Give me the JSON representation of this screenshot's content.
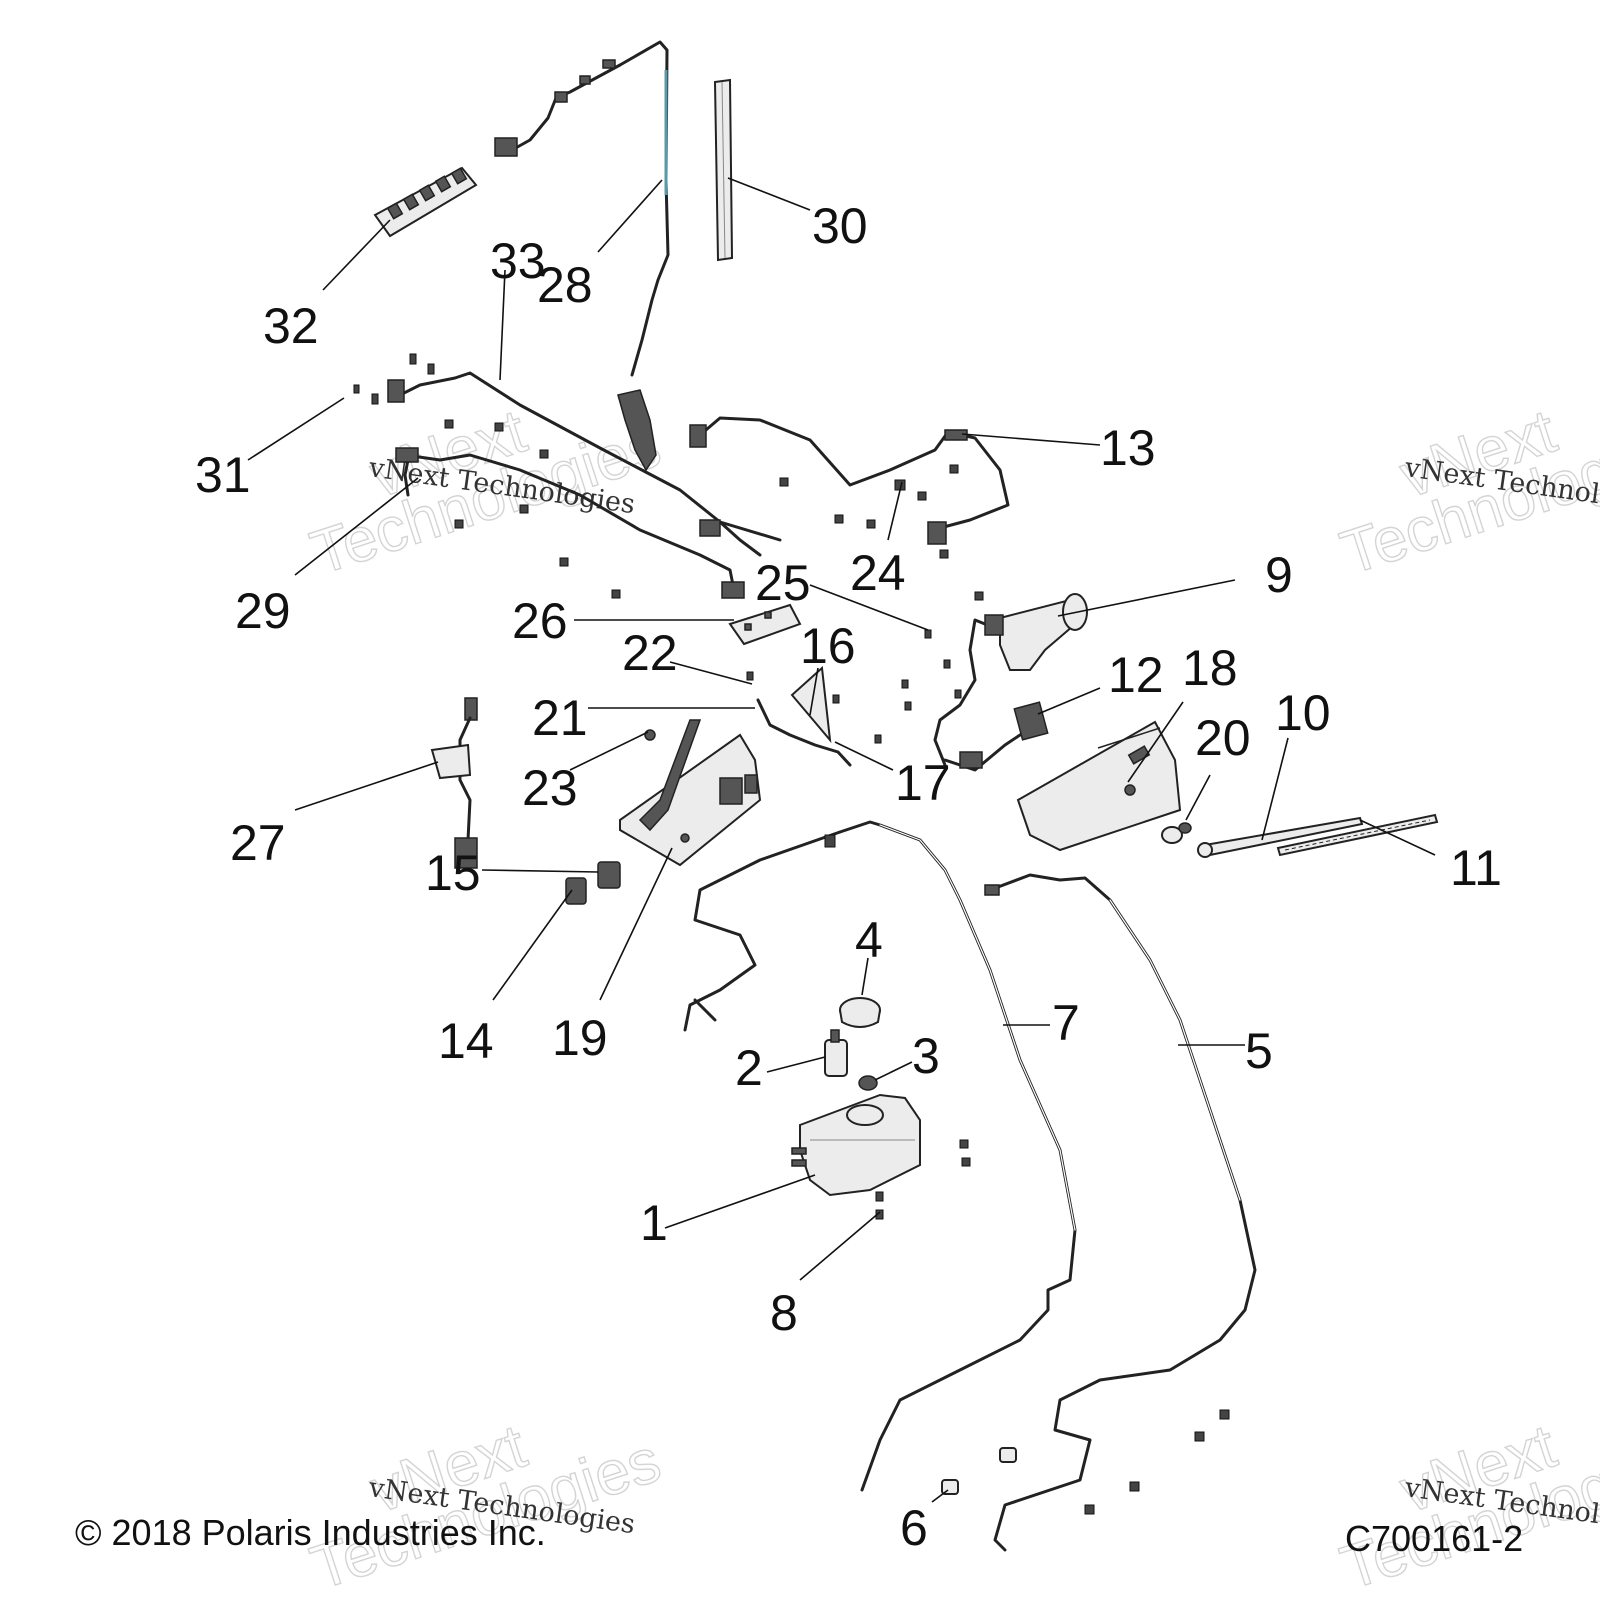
{
  "callouts": [
    "1",
    "2",
    "3",
    "4",
    "5",
    "6",
    "7",
    "8",
    "9",
    "10",
    "11",
    "12",
    "13",
    "14",
    "15",
    "16",
    "17",
    "18",
    "19",
    "20",
    "21",
    "22",
    "23",
    "24",
    "25",
    "26",
    "27",
    "28",
    "29",
    "30",
    "31",
    "32",
    "33"
  ],
  "watermark": {
    "line1": "vNext",
    "line2": "Technologies",
    "serif": "vNext Technologies"
  },
  "footer": {
    "copyright": "© 2018 Polaris Industries Inc.",
    "code": "C700161-2"
  }
}
